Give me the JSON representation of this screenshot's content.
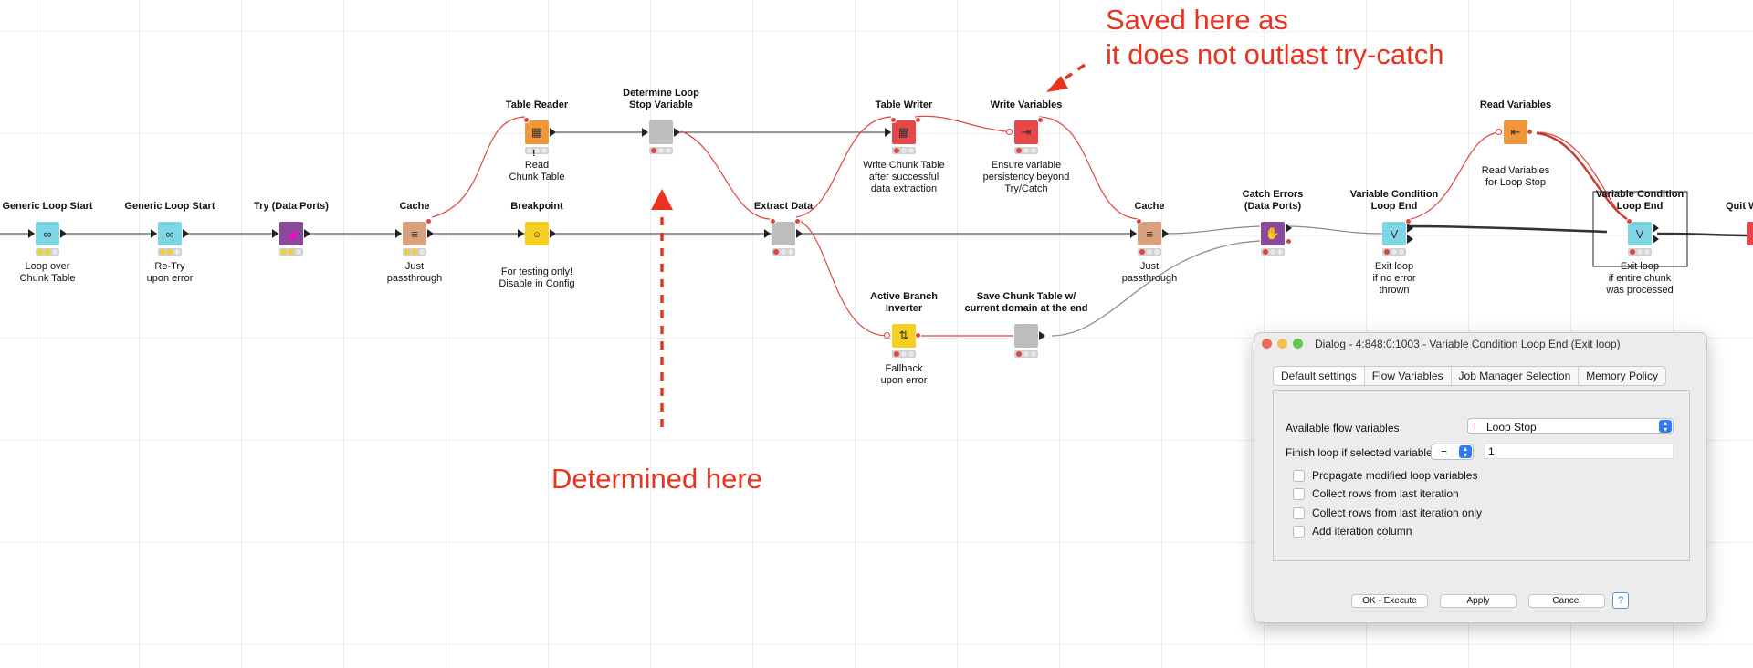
{
  "nodes": [
    {
      "id": "n1",
      "title": "Generic Loop Start",
      "desc": "Loop over\nChunk Table"
    },
    {
      "id": "n2",
      "title": "Generic Loop Start",
      "desc": "Re-Try\nupon error"
    },
    {
      "id": "n3",
      "title": "Try (Data Ports)",
      "desc": ""
    },
    {
      "id": "n4",
      "title": "Cache",
      "desc": "Just\npassthrough"
    },
    {
      "id": "n5",
      "title": "Table Reader",
      "desc": "Read\nChunk Table"
    },
    {
      "id": "n6",
      "title": "Breakpoint",
      "desc": "For testing only!\nDisable in Config"
    },
    {
      "id": "n7",
      "title": "Determine Loop\nStop Variable",
      "desc": ""
    },
    {
      "id": "n8",
      "title": "Extract Data",
      "desc": ""
    },
    {
      "id": "n9",
      "title": "Table Writer",
      "desc": "Write Chunk Table\nafter successful\ndata extraction"
    },
    {
      "id": "n10",
      "title": "Write Variables",
      "desc": "Ensure variable\npersistency beyond\nTry/Catch"
    },
    {
      "id": "n11",
      "title": "Active Branch\nInverter",
      "desc": "Fallback\nupon error"
    },
    {
      "id": "n12",
      "title": "Save Chunk Table w/\ncurrent domain at the end",
      "desc": ""
    },
    {
      "id": "n13",
      "title": "Cache",
      "desc": "Just\npassthrough"
    },
    {
      "id": "n14",
      "title": "Catch Errors\n(Data Ports)",
      "desc": ""
    },
    {
      "id": "n15",
      "title": "Variable Condition\nLoop End",
      "desc": "Exit loop\nif no error\nthrown"
    },
    {
      "id": "n16",
      "title": "Read Variables",
      "desc": "Read Variables\nfor Loop Stop"
    },
    {
      "id": "n17",
      "title": "Variable Condition\nLoop End",
      "desc": "Exit loop\nif entire chunk\nwas processed"
    },
    {
      "id": "n18",
      "title": "Quit W",
      "desc": ""
    }
  ],
  "annotations": {
    "saved": "Saved here as\nit does not outlast try-catch",
    "determined": "Determined here"
  },
  "dialog": {
    "title": "Dialog - 4:848:0:1003 - Variable Condition Loop End (Exit loop)",
    "tabs": [
      "Default settings",
      "Flow Variables",
      "Job Manager Selection",
      "Memory Policy"
    ],
    "available_label": "Available flow variables",
    "available_value": "Loop Stop",
    "finish_label": "Finish loop if selected variable is",
    "operator": "=",
    "compare_value": "1",
    "checkboxes": [
      "Propagate modified loop variables",
      "Collect rows from last iteration",
      "Collect rows from last iteration only",
      "Add iteration column"
    ],
    "buttons": {
      "ok": "OK - Execute",
      "apply": "Apply",
      "cancel": "Cancel",
      "help": "?"
    }
  },
  "colors": {
    "annotation": "#e8331f",
    "wire_var": "#e0453c",
    "wire_data": "#222222"
  }
}
